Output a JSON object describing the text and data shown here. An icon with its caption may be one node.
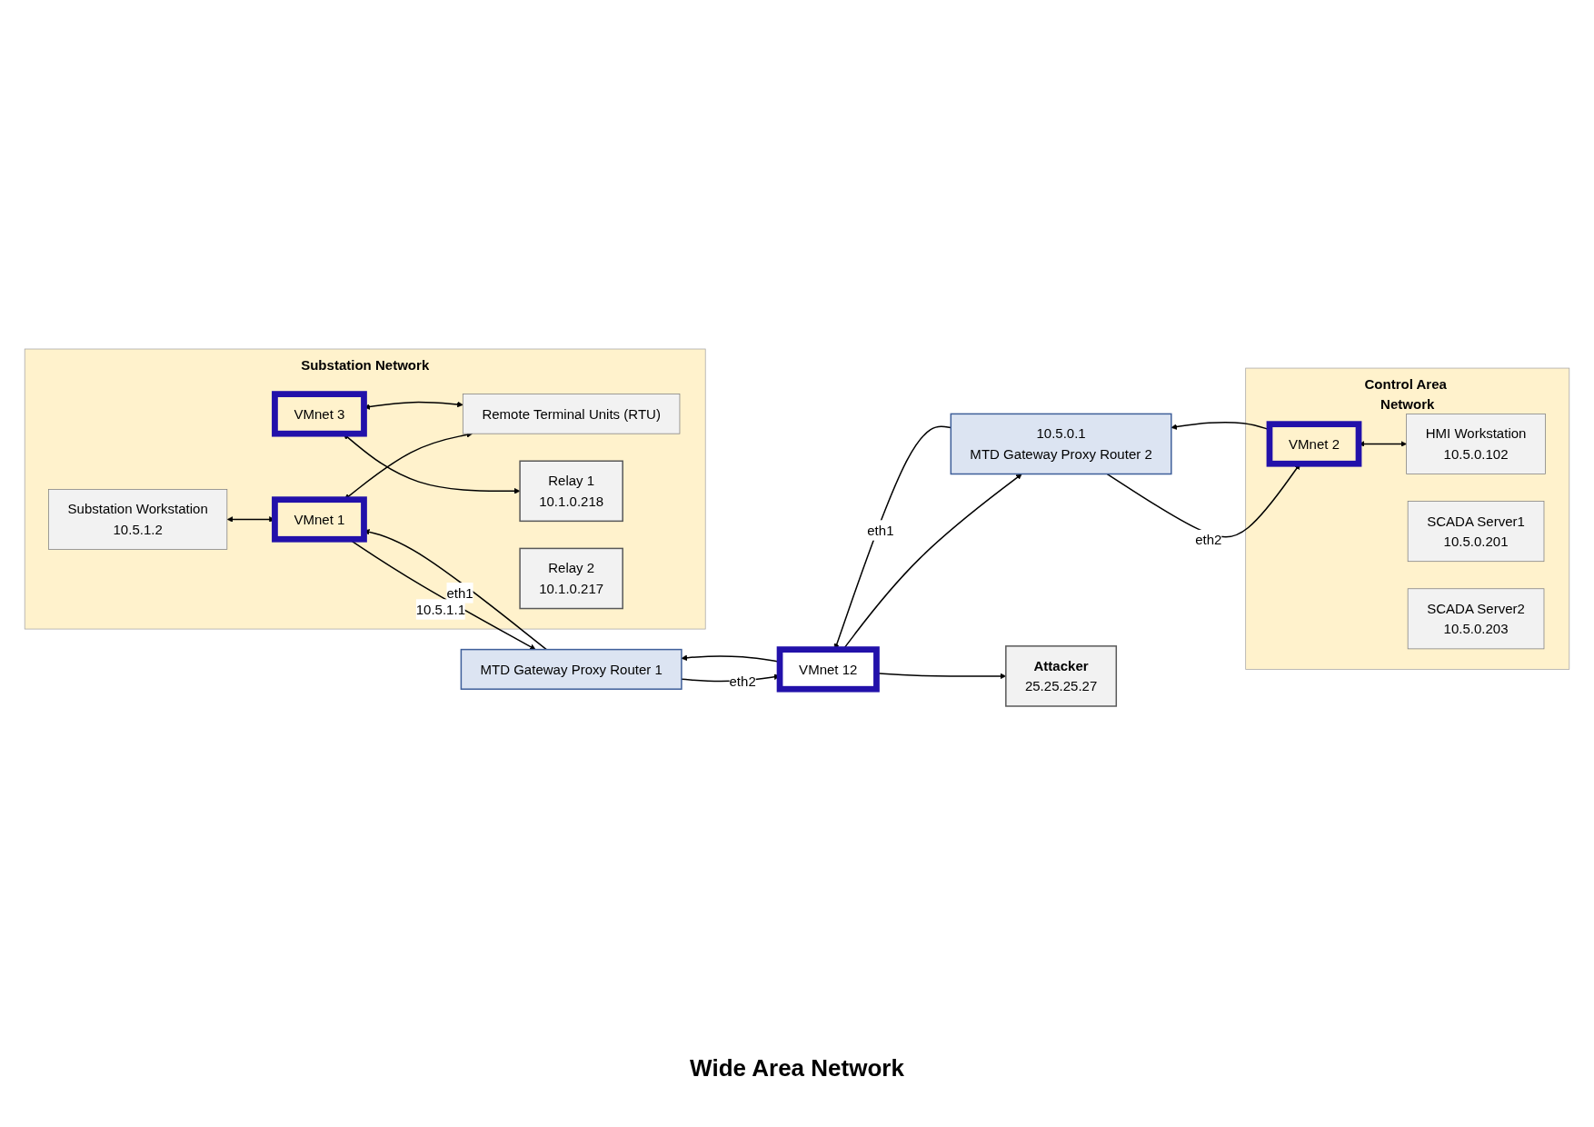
{
  "diagram": {
    "nodes": [
      {
        "text": [
          "Substation Network"
        ]
      },
      {
        "text": [
          "Substation Workstation",
          "10.5.1.2"
        ],
        "in": 0
      },
      {
        "text": [
          "VMnet 1"
        ],
        "in": 0
      },
      {
        "text": [
          "VMnet 3"
        ],
        "in": 0
      },
      {
        "text": [
          "Remote Terminal Units (RTU)"
        ],
        "in": 0
      },
      {
        "text": [
          "Relay 1",
          "10.1.0.218"
        ],
        "in": 0
      },
      {
        "text": [
          "Relay 2",
          "10.1.0.217"
        ],
        "in": 0
      },
      {
        "text": [
          "MTD Gateway Proxy Router 1"
        ]
      },
      {
        "text": [
          "VMnet 12"
        ]
      },
      {
        "text": [
          "10.5.0.1",
          "MTD Gateway Proxy Router 2"
        ]
      },
      {
        "text": [
          "Attacker",
          "25.25.25.27"
        ]
      },
      {
        "text": [
          "Control Area Network"
        ]
      },
      {
        "text": [
          "VMnet 2"
        ],
        "in": 11
      },
      {
        "text": [
          "HMI Workstation",
          "10.5.0.102"
        ],
        "in": 11
      },
      {
        "text": [
          "SCADA Server1",
          "10.5.0.201"
        ],
        "in": 11
      },
      {
        "text": [
          "SCADA Server2",
          "10.5.0.203"
        ],
        "in": 11
      }
    ],
    "edges": [
      {
        "from": 1,
        "to": 2,
        "arrow": "both"
      },
      {
        "from": 2,
        "to": 7,
        "arrow": "to",
        "label": "10.5.1.1"
      },
      {
        "from": 7,
        "to": 2,
        "arrow": "to",
        "label": "eth1"
      },
      {
        "from": 8,
        "to": 7,
        "arrow": "to"
      },
      {
        "from": 7,
        "to": 8,
        "arrow": "to",
        "label": "eth2"
      },
      {
        "from": 8,
        "to": 9,
        "arrow": "to"
      },
      {
        "from": 9,
        "to": 8,
        "arrow": "to",
        "label": "eth1"
      },
      {
        "from": 12,
        "to": 9,
        "arrow": "to"
      },
      {
        "from": 9,
        "to": 12,
        "arrow": "to",
        "label": "eth2"
      },
      {
        "from": 12,
        "to": 13,
        "arrow": "both"
      },
      {
        "from": 2,
        "to": 4,
        "arrow": "both"
      },
      {
        "from": 3,
        "to": 4,
        "arrow": "both"
      },
      {
        "from": 3,
        "to": 5,
        "arrow": "both"
      },
      {
        "from": 8,
        "to": 10,
        "arrow": "to"
      }
    ],
    "labels": [
      "Wide Area Network"
    ]
  }
}
